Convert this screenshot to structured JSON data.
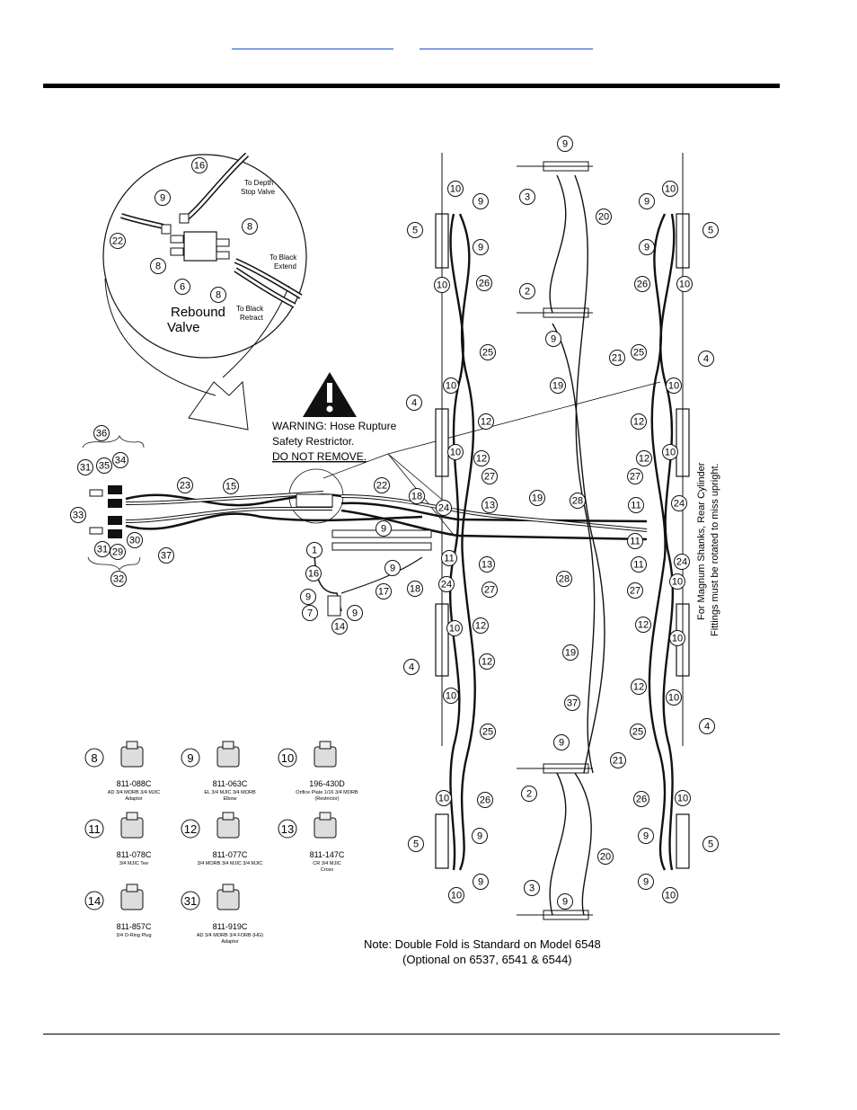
{
  "header": {
    "links": [
      "",
      ""
    ]
  },
  "inset": {
    "title_line1": "Rebound",
    "title_line2": "Valve",
    "to_depth_line1": "To Depth",
    "to_depth_line2": "Stop Valve",
    "to_extend_line1": "To Black",
    "to_extend_line2": "Extend",
    "to_retract_line1": "To Black",
    "to_retract_line2": "Retract"
  },
  "warning": {
    "line1": "WARNING: Hose Rupture",
    "line2": "Safety Restrictor.",
    "line3": "DO NOT REMOVE."
  },
  "side_note": {
    "line1": "For Magnum Shanks, Rear Cylinder",
    "line2": "Fittings must be rotated to miss upright."
  },
  "note": {
    "line1": "Note:  Double Fold is Standard on Model 6548",
    "line2": "(Optional on 6537, 6541 & 6544)"
  },
  "parts_legend": [
    {
      "ref": "8",
      "part": "811-088C",
      "desc1": "AD 3/4 MORB 3/4 MJIC",
      "desc2": "Adaptor"
    },
    {
      "ref": "9",
      "part": "811-063C",
      "desc1": "EL 3/4 MJIC 3/4 MORB",
      "desc2": "Elbow"
    },
    {
      "ref": "10",
      "part": "196-430D",
      "desc1": "Orifice Plate 1/16 3/4 MORB",
      "desc2": "(Restrictor)"
    },
    {
      "ref": "11",
      "part": "811-078C",
      "desc1": "3/4 MJIC Tee",
      "desc2": ""
    },
    {
      "ref": "12",
      "part": "811-077C",
      "desc1": "3/4 MORB 3/4 MJIC 3/4 MJIC",
      "desc2": ""
    },
    {
      "ref": "13",
      "part": "811-147C",
      "desc1": "CR 3/4 MJIC",
      "desc2": "Cross"
    },
    {
      "ref": "14",
      "part": "811-857C",
      "desc1": "3/4 O-Ring Plug",
      "desc2": ""
    },
    {
      "ref": "31",
      "part": "811-919C",
      "desc1": "AD 3/4 MORB 3/4 FORB (HG)",
      "desc2": "Adaptor"
    }
  ],
  "callout_labels": [
    "1",
    "2",
    "3",
    "4",
    "5",
    "6",
    "7",
    "8",
    "9",
    "10",
    "11",
    "12",
    "13",
    "14",
    "15",
    "16",
    "17",
    "18",
    "19",
    "20",
    "21",
    "22",
    "23",
    "24",
    "25",
    "26",
    "27",
    "28",
    "29",
    "30",
    "31",
    "32",
    "33",
    "34",
    "35",
    "36",
    "37"
  ]
}
